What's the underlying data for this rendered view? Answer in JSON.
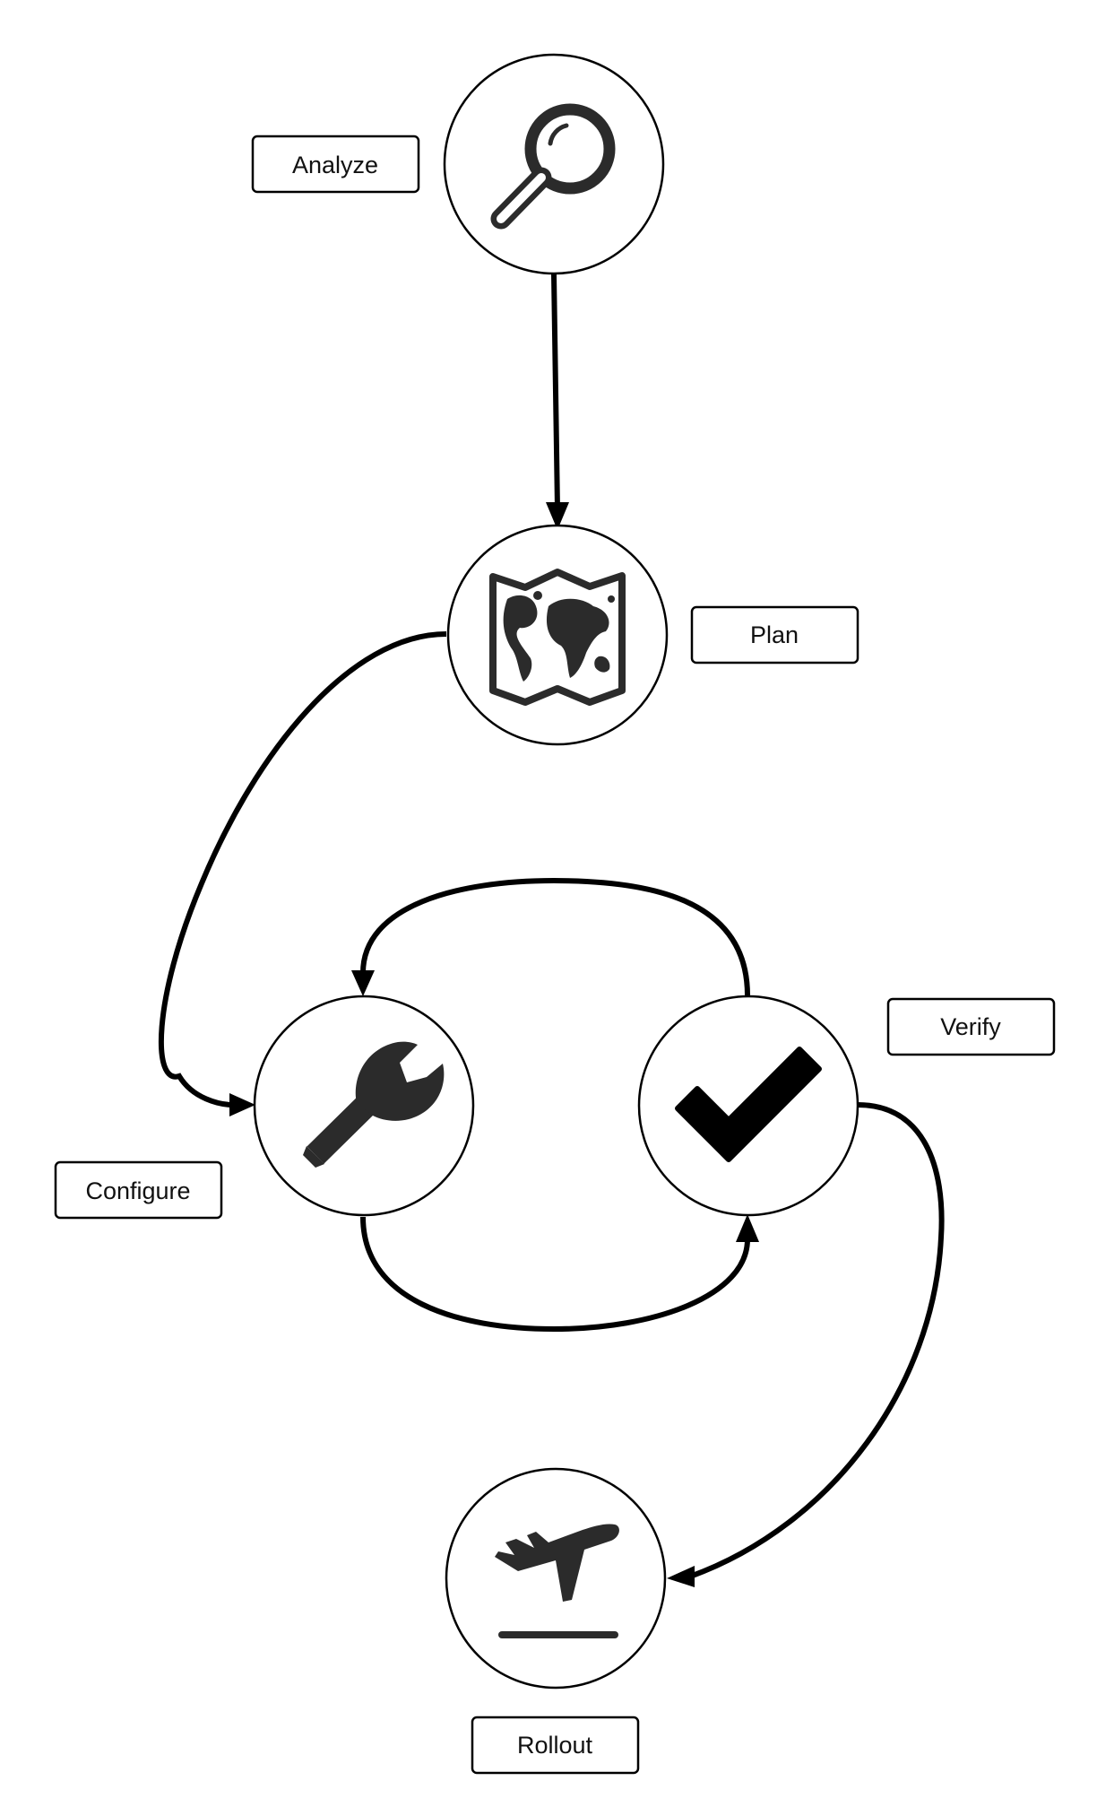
{
  "diagram": {
    "nodes": [
      {
        "id": "analyze",
        "label": "Analyze",
        "icon": "magnifier-icon"
      },
      {
        "id": "plan",
        "label": "Plan",
        "icon": "world-map-icon"
      },
      {
        "id": "configure",
        "label": "Configure",
        "icon": "wrench-icon"
      },
      {
        "id": "verify",
        "label": "Verify",
        "icon": "checkmark-icon"
      },
      {
        "id": "rollout",
        "label": "Rollout",
        "icon": "airplane-takeoff-icon"
      }
    ],
    "edges": [
      {
        "from": "analyze",
        "to": "plan"
      },
      {
        "from": "plan",
        "to": "configure"
      },
      {
        "from": "configure",
        "to": "verify"
      },
      {
        "from": "verify",
        "to": "configure"
      },
      {
        "from": "verify",
        "to": "rollout"
      }
    ],
    "colors": {
      "stroke": "#000000",
      "icon": "#2b2b2b",
      "background": "#ffffff"
    }
  }
}
